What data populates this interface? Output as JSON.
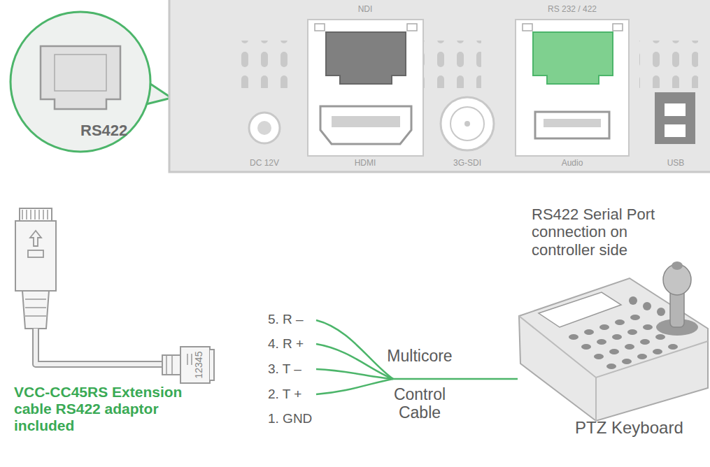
{
  "diagram": {
    "nodes": [
      {
        "text": [
          "RS422"
        ]
      }
    ],
    "labels": [
      "NDI",
      "RS 232 / 422",
      "DC 12V",
      "HDMI",
      "3G-SDI",
      "Audio",
      "USB",
      "12345",
      "5. R –",
      "4. R +",
      "3. T –",
      "2. T +",
      "1. GND",
      "Multicore",
      "Control Cable",
      "RS422 Serial Port connection on controller side",
      "PTZ Keyboard",
      "VCC-CC45RS Extension cable RS422 adaptor included"
    ]
  }
}
